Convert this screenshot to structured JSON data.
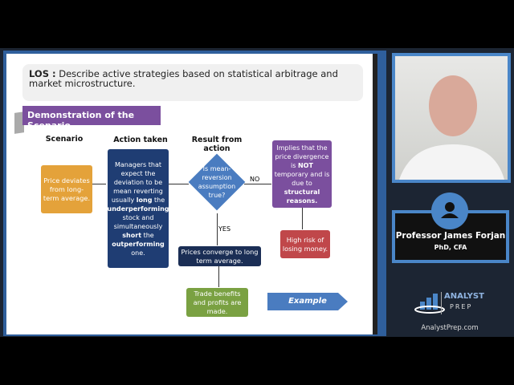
{
  "los": {
    "label": "LOS :",
    "text": "Describe active strategies based on statistical arbitrage and market microstructure."
  },
  "section_title": "Demonstration of the Scenario",
  "headers": {
    "scenario": "Scenario",
    "action": "Action taken",
    "result": "Result from action"
  },
  "boxes": {
    "scenario": "Price deviates from long- term average.",
    "action_parts": [
      "Managers that expect the deviation to be mean reverting usually ",
      "long",
      " the ",
      "underperforming",
      " stock and simultaneously ",
      "short",
      " the ",
      "outperforming",
      " one."
    ],
    "decision": "Is mean-reversion assumption true?",
    "no_label": "NO",
    "yes_label": "YES",
    "implies_parts": [
      "Implies that the price divergence is ",
      "NOT",
      " temporary and is due to ",
      "structural reasons."
    ],
    "risk": "High risk of losing money.",
    "converge": "Prices converge to long term average.",
    "benefits": "Trade benefits and profits are made."
  },
  "example_button": "Example",
  "presenter": {
    "name": "Professor James Forjan",
    "credentials": "PhD, CFA"
  },
  "logo": {
    "line1": "ANALYST",
    "line2": "PREP"
  },
  "website": "AnalystPrep.com",
  "colors": {
    "orange": "#e4a23a",
    "navy": "#1f3d73",
    "blue": "#4a7cc0",
    "purple": "#7b4f9e",
    "red": "#c0474a",
    "green": "#7aa142",
    "darknavy": "#1b2e55"
  }
}
